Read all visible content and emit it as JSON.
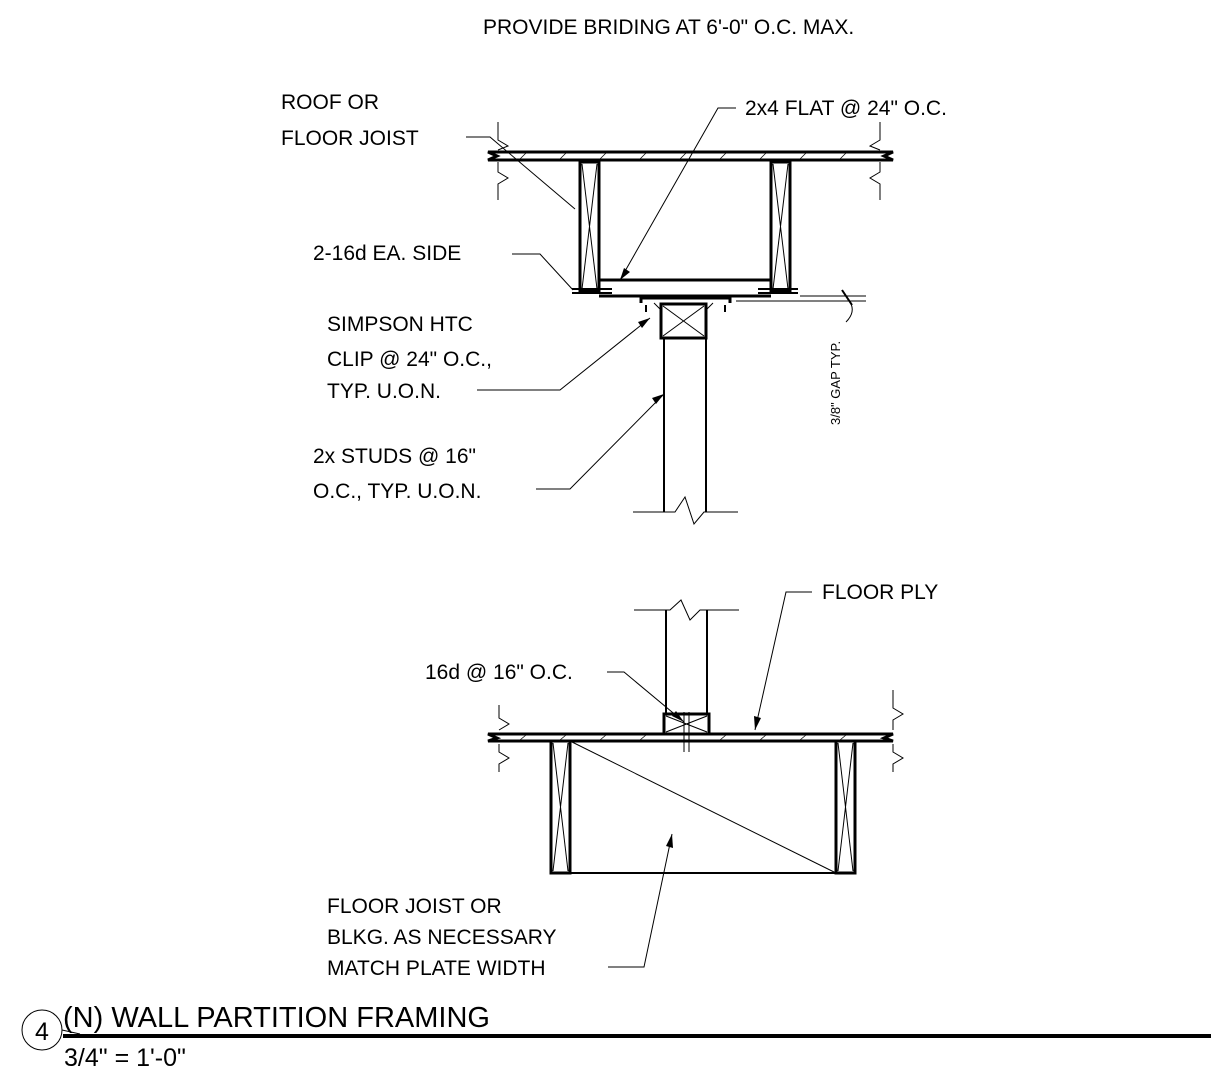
{
  "notes": {
    "top_note": "PROVIDE BRIDING AT 6'-0\" O.C. MAX.",
    "roof_joist_line1": "ROOF OR",
    "roof_joist_line2": "FLOOR JOIST",
    "flat_2x4": "2x4 FLAT @ 24\" O.C.",
    "nails_2_16d": "2-16d EA. SIDE",
    "simpson_line1": "SIMPSON HTC",
    "simpson_line2": "CLIP @ 24\" O.C.,",
    "simpson_line3": "TYP. U.O.N.",
    "gap": "3/8\" GAP TYP.",
    "studs_line1": "2x STUDS @ 16\"",
    "studs_line2": "O.C., TYP. U.O.N.",
    "floor_ply": "FLOOR PLY",
    "nail_16d": "16d @ 16\" O.C.",
    "floor_joist_line1": "FLOOR JOIST OR",
    "floor_joist_line2": "BLKG. AS NECESSARY",
    "floor_joist_line3": "MATCH PLATE WIDTH"
  },
  "title_block": {
    "detail_number": "4",
    "title": "(N) WALL PARTITION FRAMING",
    "scale": "3/4\" = 1'-0\""
  }
}
